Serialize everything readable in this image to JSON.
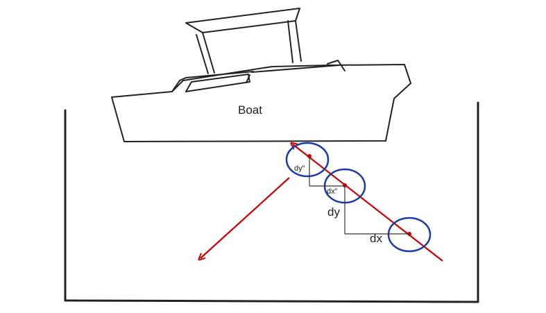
{
  "labels": {
    "boat": "Boat",
    "dy_small": "dy\"",
    "dx_small": "dx\"",
    "dy": "dy",
    "dx": "dx"
  },
  "colors": {
    "ink": "#222222",
    "arrow": "#cc0000",
    "ellipse": "#1a3aa8"
  }
}
